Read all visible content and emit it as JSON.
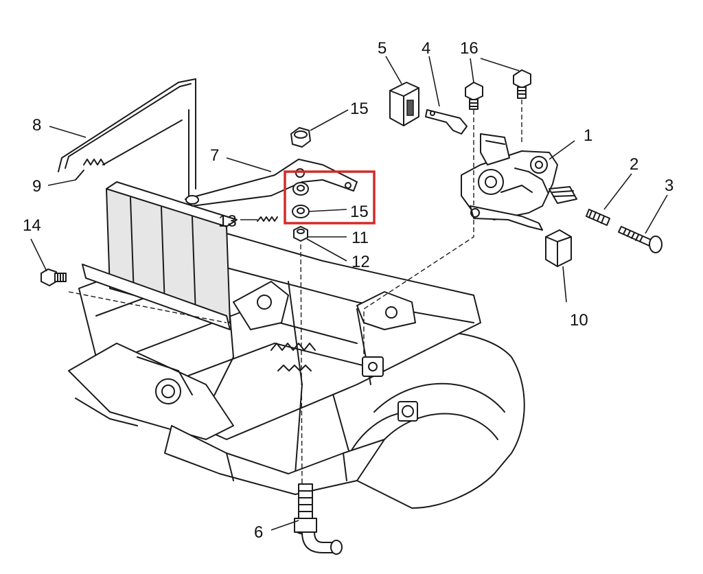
{
  "labels": {
    "l1": "1",
    "l2": "2",
    "l3": "3",
    "l4": "4",
    "l5": "5",
    "l6": "6",
    "l7": "7",
    "l8": "8",
    "l9": "9",
    "l10": "10",
    "l11": "11",
    "l12": "12",
    "l13": "13",
    "l14": "14",
    "l15a": "15",
    "l15b": "15",
    "l16": "16"
  },
  "highlight": {
    "color": "#d42a2a"
  }
}
